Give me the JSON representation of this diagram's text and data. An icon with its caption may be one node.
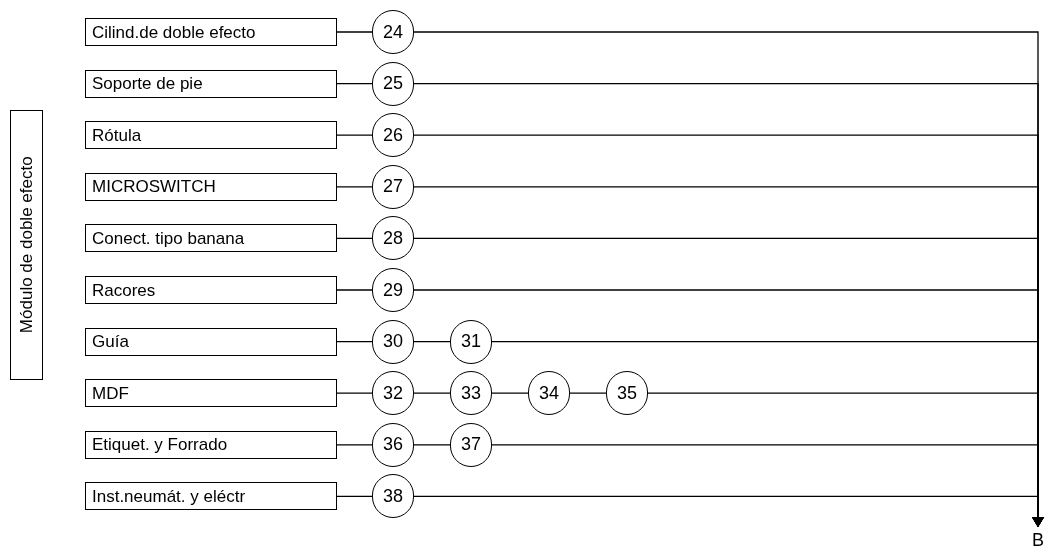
{
  "diagram": {
    "nodes": [
      {
        "text": [
          "Módulo de doble efecto"
        ]
      },
      {
        "text": [
          "Cilind.de doble efecto"
        ]
      },
      {
        "text": [
          "24"
        ]
      },
      {
        "text": [
          "Soporte de pie"
        ]
      },
      {
        "text": [
          "25"
        ]
      },
      {
        "text": [
          "Rótula"
        ]
      },
      {
        "text": [
          "26"
        ]
      },
      {
        "text": [
          "MICROSWITCH"
        ]
      },
      {
        "text": [
          "27"
        ]
      },
      {
        "text": [
          "Conect. tipo banana"
        ]
      },
      {
        "text": [
          "28"
        ]
      },
      {
        "text": [
          "Racores"
        ]
      },
      {
        "text": [
          "29"
        ]
      },
      {
        "text": [
          "Guía"
        ]
      },
      {
        "text": [
          "30"
        ]
      },
      {
        "text": [
          "31"
        ]
      },
      {
        "text": [
          "MDF"
        ]
      },
      {
        "text": [
          "32"
        ]
      },
      {
        "text": [
          "33"
        ]
      },
      {
        "text": [
          "34"
        ]
      },
      {
        "text": [
          "35"
        ]
      },
      {
        "text": [
          "Etiquet. y Forrado"
        ]
      },
      {
        "text": [
          "36"
        ]
      },
      {
        "text": [
          "37"
        ]
      },
      {
        "text": [
          "Inst.neumát. y eléctr"
        ]
      },
      {
        "text": [
          "38"
        ]
      },
      {
        "text": [
          "B"
        ]
      }
    ],
    "edges": [
      {
        "from": 1,
        "to": 2,
        "arrow": "none"
      },
      {
        "from": 2,
        "to": 26,
        "arrow": "to"
      },
      {
        "from": 3,
        "to": 4,
        "arrow": "none"
      },
      {
        "from": 4,
        "to": 26,
        "arrow": "to"
      },
      {
        "from": 5,
        "to": 6,
        "arrow": "none"
      },
      {
        "from": 6,
        "to": 26,
        "arrow": "to"
      },
      {
        "from": 7,
        "to": 8,
        "arrow": "none"
      },
      {
        "from": 8,
        "to": 26,
        "arrow": "to"
      },
      {
        "from": 9,
        "to": 10,
        "arrow": "none"
      },
      {
        "from": 10,
        "to": 26,
        "arrow": "to"
      },
      {
        "from": 11,
        "to": 12,
        "arrow": "none"
      },
      {
        "from": 12,
        "to": 26,
        "arrow": "to"
      },
      {
        "from": 13,
        "to": 14,
        "arrow": "none"
      },
      {
        "from": 14,
        "to": 15,
        "arrow": "none"
      },
      {
        "from": 15,
        "to": 26,
        "arrow": "to"
      },
      {
        "from": 16,
        "to": 17,
        "arrow": "none"
      },
      {
        "from": 17,
        "to": 18,
        "arrow": "none"
      },
      {
        "from": 18,
        "to": 19,
        "arrow": "none"
      },
      {
        "from": 19,
        "to": 20,
        "arrow": "none"
      },
      {
        "from": 20,
        "to": 26,
        "arrow": "to"
      },
      {
        "from": 21,
        "to": 22,
        "arrow": "none"
      },
      {
        "from": 22,
        "to": 23,
        "arrow": "none"
      },
      {
        "from": 23,
        "to": 26,
        "arrow": "to"
      },
      {
        "from": 24,
        "to": 25,
        "arrow": "none"
      },
      {
        "from": 25,
        "to": 26,
        "arrow": "to"
      }
    ]
  }
}
